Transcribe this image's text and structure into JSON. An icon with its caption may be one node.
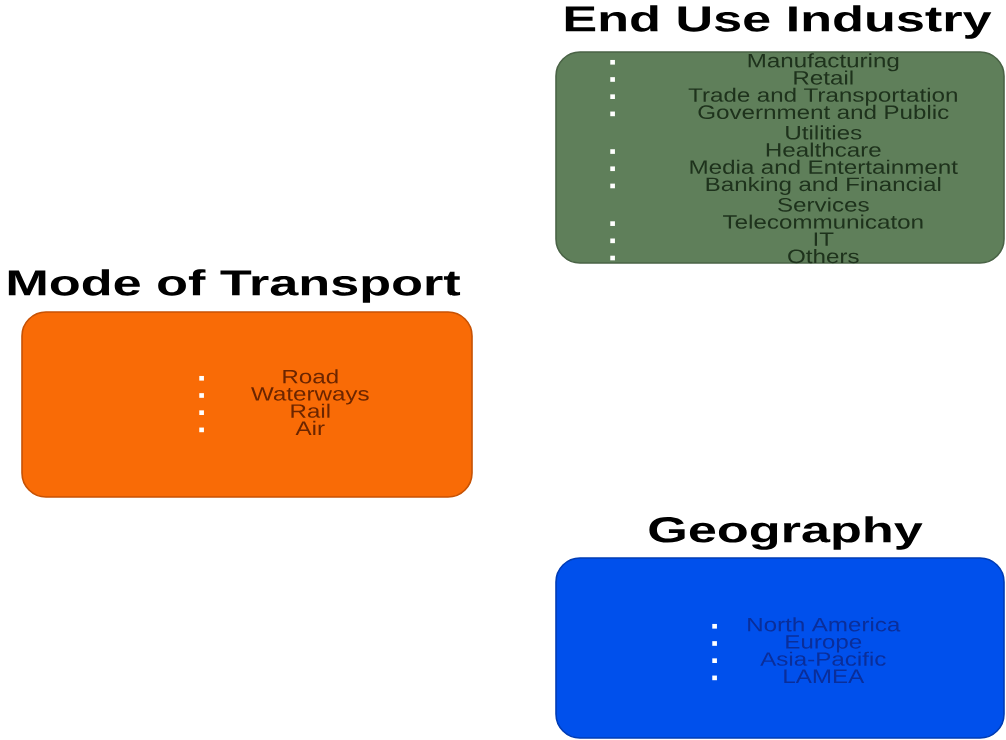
{
  "diagram": {
    "nodes": [
      {
        "text": [
          "End Use Industry",
          "Manufacturing",
          "Retail",
          "Trade and Transportation",
          "Government and Public Utilities",
          "Healthcare",
          "Media and Entertainment",
          "Banking and Financial Services",
          "Telecommunicaton",
          "IT",
          "Others"
        ]
      },
      {
        "text": [
          "Mode of Transport",
          "Road",
          "Waterways",
          "Rail",
          "Air"
        ]
      },
      {
        "text": [
          "Geography",
          "North America",
          "Europe",
          "Asia-Pacific",
          "LAMEA"
        ]
      }
    ]
  }
}
